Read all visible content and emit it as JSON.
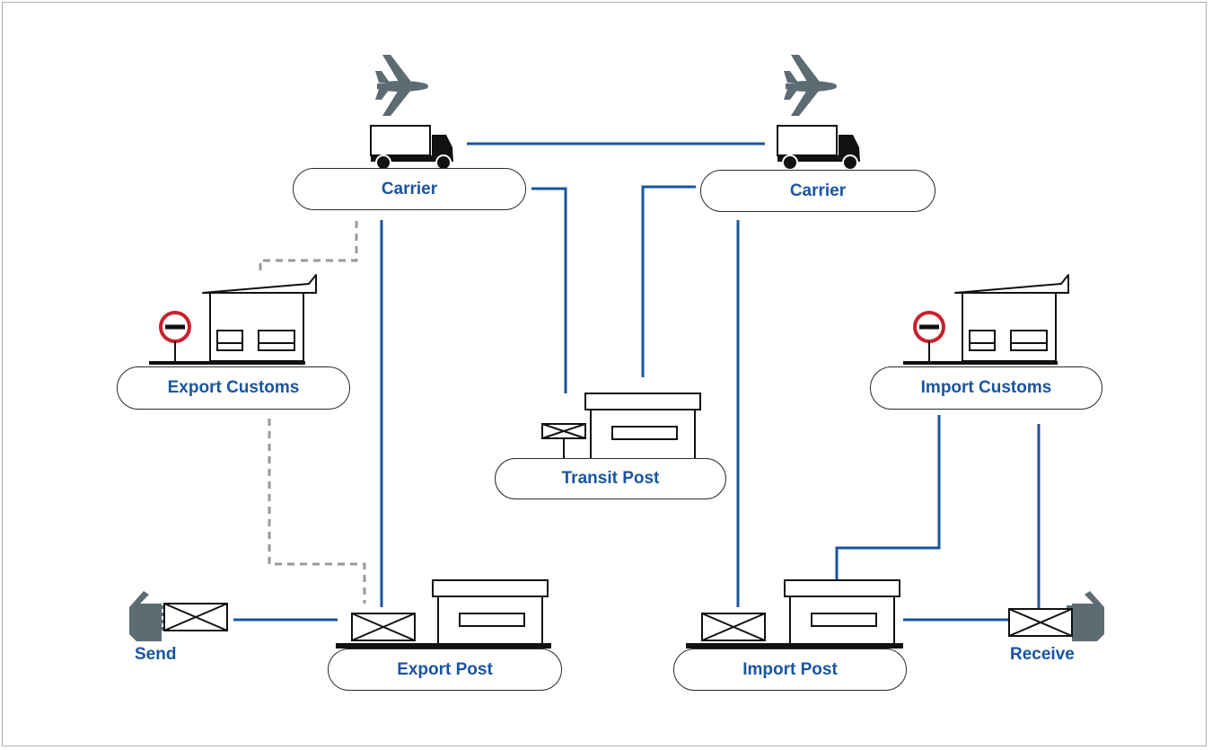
{
  "nodes": {
    "carrier_left": "Carrier",
    "carrier_right": "Carrier",
    "export_customs": "Export Customs",
    "import_customs": "Import Customs",
    "transit_post": "Transit Post",
    "export_post": "Export Post",
    "import_post": "Import Post",
    "send": "Send",
    "receive": "Receive"
  },
  "colors": {
    "link": "#1a55a0",
    "customs_link": "#9a9a9a",
    "icon": "#5d6b73",
    "stop_sign": "#c8202d",
    "outline": "#2b2b2b"
  },
  "icons": [
    "airplane-icon",
    "truck-icon",
    "building-icon",
    "stop-sign-icon",
    "envelope-icon",
    "hand-icon"
  ]
}
